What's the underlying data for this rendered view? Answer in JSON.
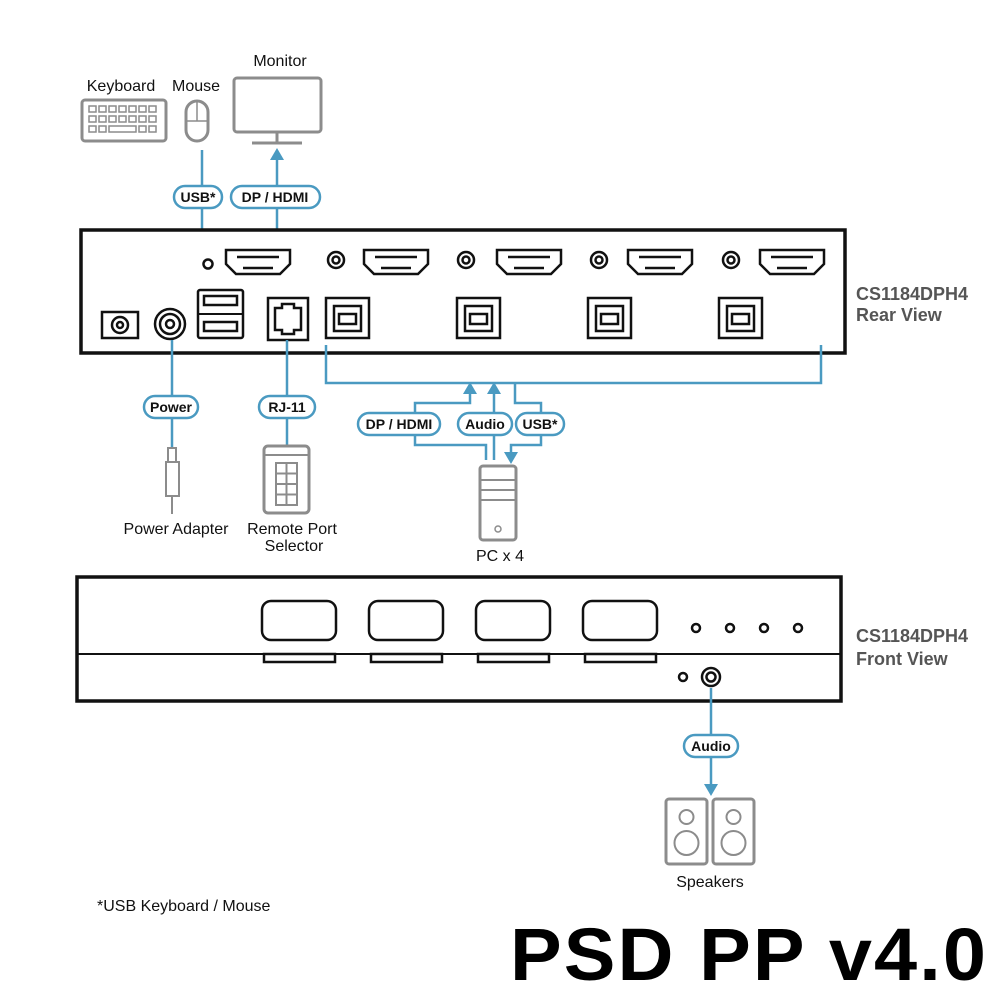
{
  "colors": {
    "cable": "#4a9ac1",
    "device_outline": "#8c8c8c",
    "chassis": "#111111",
    "model_text": "#555555"
  },
  "peripherals": {
    "keyboard": "Keyboard",
    "mouse": "Mouse",
    "monitor": "Monitor",
    "power_adapter": "Power Adapter",
    "remote_line1": "Remote Port",
    "remote_line2": "Selector",
    "pc": "PC x 4",
    "speakers": "Speakers"
  },
  "cables": {
    "usb_top": "USB*",
    "dp_hdmi_top": "DP / HDMI",
    "power": "Power",
    "rj11": "RJ-11",
    "dp_hdmi_pc": "DP / HDMI",
    "audio_pc": "Audio",
    "usb_pc": "USB*",
    "audio_front": "Audio"
  },
  "rear": {
    "model": "CS1184DPH4",
    "view": "Rear View"
  },
  "front": {
    "model": "CS1184DPH4",
    "view": "Front View"
  },
  "footnote": "*USB Keyboard / Mouse",
  "watermark": "PSD PP v4.0"
}
